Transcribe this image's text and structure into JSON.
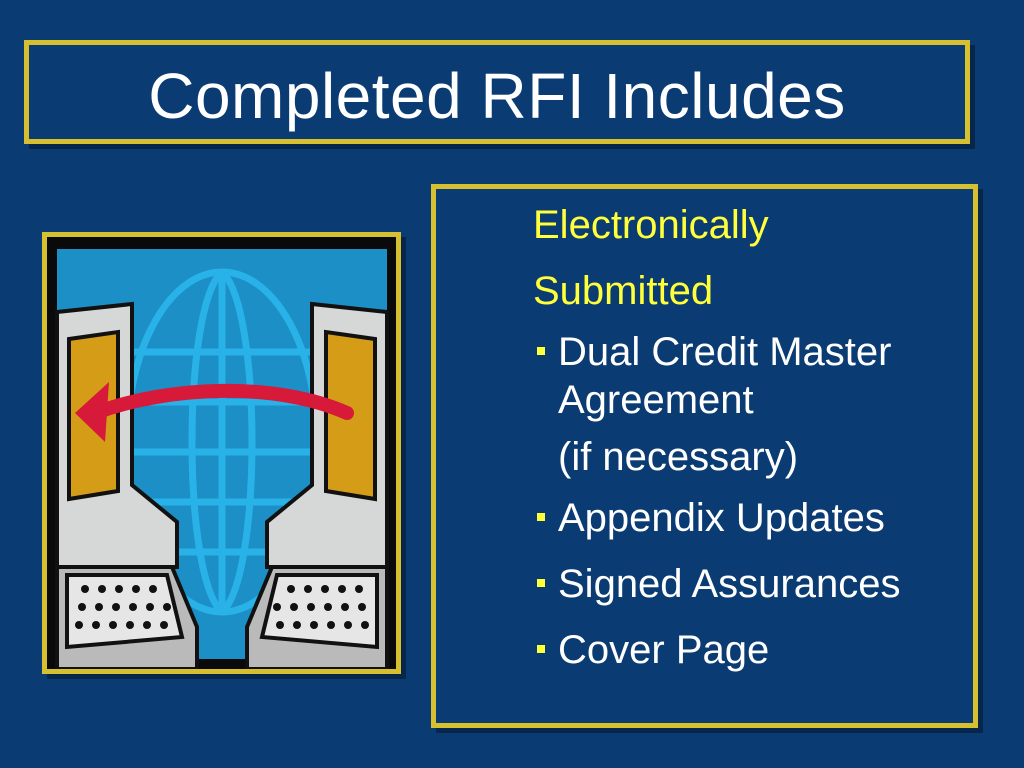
{
  "slide": {
    "title": "Completed RFI Includes",
    "colors": {
      "background": "#0b3b73",
      "border": "#d7c02f",
      "title_text": "#ffffff",
      "highlight_text": "#ffff3a"
    },
    "illustration": {
      "icon": "globe-between-computers-icon"
    },
    "list": {
      "heading_line1": "Electronically",
      "heading_line2": "Submitted",
      "items": [
        {
          "line1": "Dual Credit Master",
          "line2": "Agreement"
        },
        {
          "text": "(if necessary)"
        },
        {
          "text": "Appendix Updates"
        },
        {
          "text": "Signed Assurances"
        },
        {
          "text": "Cover Page"
        }
      ]
    }
  }
}
